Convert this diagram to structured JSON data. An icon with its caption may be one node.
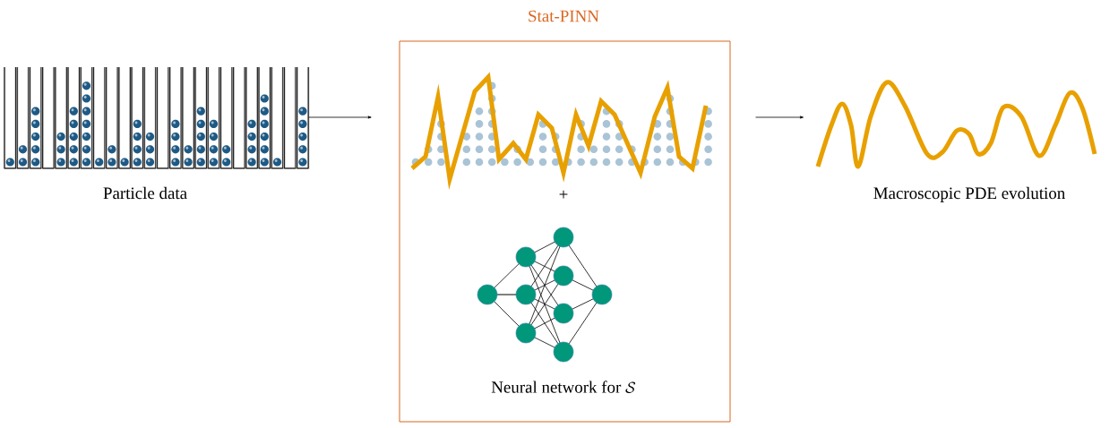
{
  "diagram": {
    "nodes": [
      {
        "text": [
          "Particle data"
        ]
      },
      {
        "text": [
          "Stat-PINN",
          "+",
          "\\text{Neural network for }\\mathcal{S}"
        ]
      },
      {
        "text": [
          "Macroscopic PDE evolution"
        ]
      }
    ],
    "edges": [
      {
        "from": 0,
        "to": 1,
        "arrow": "to"
      },
      {
        "from": 1,
        "to": 2,
        "arrow": "to"
      }
    ]
  }
}
